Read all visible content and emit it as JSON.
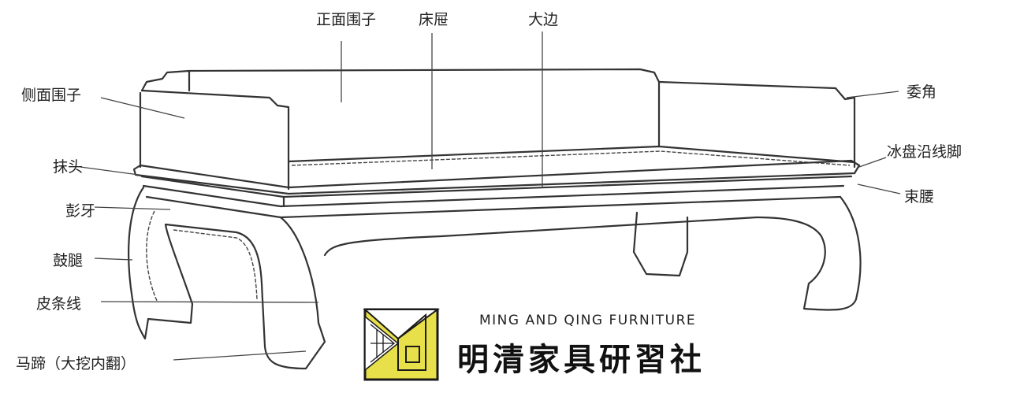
{
  "labels": {
    "front_panel": "正面围子",
    "bed_surface": "床屉",
    "large_edge": "大边",
    "side_panel": "侧面围子",
    "corner": "委角",
    "top_edge": "抹头",
    "ice_plate_foot": "冰盘沿线脚",
    "apron": "彭牙",
    "waist": "束腰",
    "drum_leg": "鼓腿",
    "skin_strip_line": "皮条线",
    "horse_hoof": "马蹄（大挖内翻）"
  },
  "brand": {
    "english": "MING AND QING FURNITURE",
    "chinese": "明清家具研習社",
    "logo_color": "#e8e04a"
  }
}
